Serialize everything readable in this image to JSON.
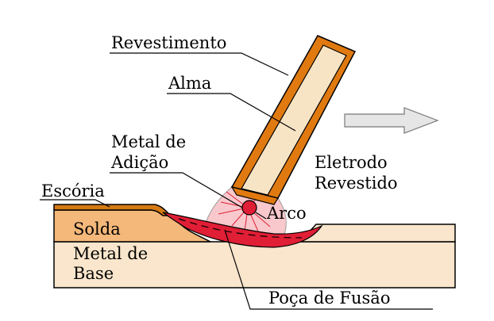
{
  "labels": {
    "revestimento": "Revestimento",
    "alma": "Alma",
    "metal_adicao_1": "Metal de",
    "metal_adicao_2": "Adição",
    "eletrodo_1": "Eletrodo",
    "eletrodo_2": "Revestido",
    "escoria": "Escória",
    "arco": "Arco",
    "solda": "Solda",
    "metal_base_1": "Metal de",
    "metal_base_2": "Base",
    "poca_fusao": "Poça de Fusão"
  },
  "colors": {
    "coating": "#e07a10",
    "core": "#f7e4c4",
    "weld": "#f4b87a",
    "base_metal": "#f9e6cc",
    "slag": "#d47a12",
    "weld_pool": "#e01e35",
    "arc": "#f9c8cc",
    "arrow": "#e6e6e6"
  }
}
